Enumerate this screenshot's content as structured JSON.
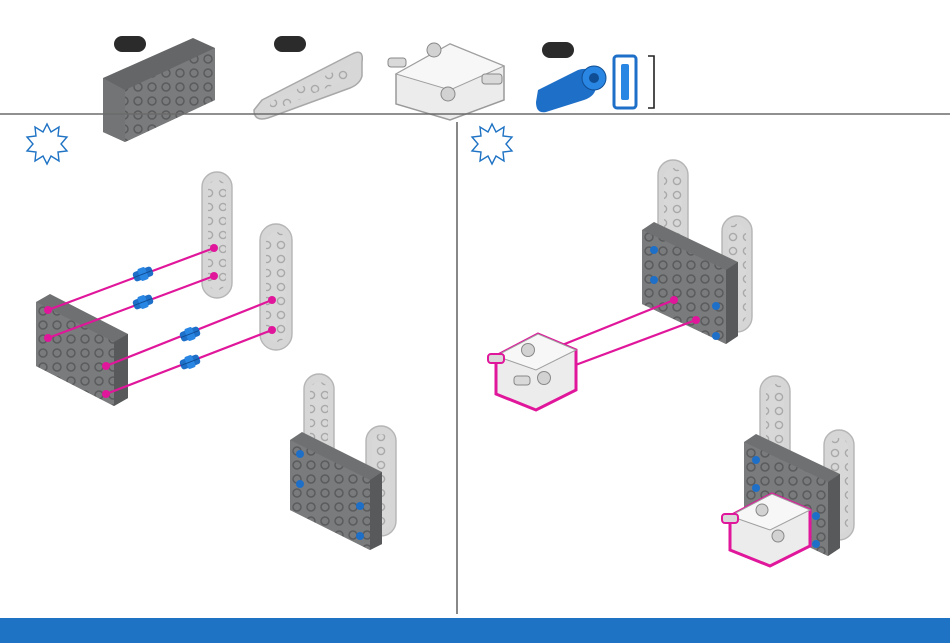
{
  "parts_bar": {
    "items": [
      {
        "name": "gray-2x4-plate",
        "quantity": ""
      },
      {
        "name": "light-gray-1x6-beam",
        "quantity": ""
      },
      {
        "name": "white-corner-connector",
        "quantity": ""
      },
      {
        "name": "blue-pin",
        "quantity": ""
      }
    ]
  },
  "steps": [
    {
      "name": "step-left",
      "icon": "sparkle-burst-icon"
    },
    {
      "name": "step-right",
      "icon": "sparkle-burst-icon"
    }
  ],
  "colors": {
    "dark_gray": "#747576",
    "light_gray": "#d6d6d6",
    "white_part": "#ececec",
    "blue": "#1e6fc8",
    "magenta": "#e0169b",
    "footer_blue": "#1f73c4",
    "divider": "#6b6b6b"
  },
  "footer": {
    "color": "#1f73c4"
  }
}
